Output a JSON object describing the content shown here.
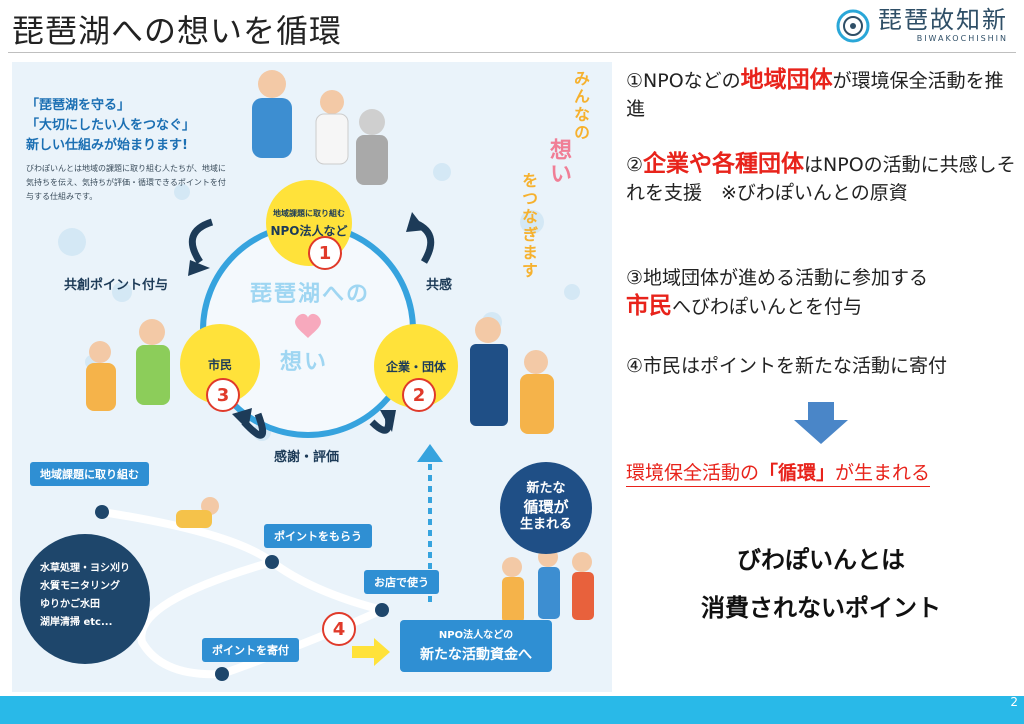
{
  "header": {
    "title": "琵琶湖への想いを循環",
    "logo_name": "琵琶故知新",
    "logo_sub": "BIWAKOCHISHIN"
  },
  "panel": {
    "intro_lines": [
      "「琵琶湖を守る」",
      "「大切にしたい人をつなぐ」",
      "新しい仕組みが始まります!"
    ],
    "intro_small": "びわぽいんとは地域の課題に取り組む人たちが、地域に気持ちを伝え、気持ちが評価・循環できるポイントを付与する仕組みです。",
    "vertical_left": "みんなの",
    "vertical_big": "想い",
    "vertical_right": "をつなぎます",
    "bubble1_small": "地域課題に取り組む",
    "bubble1_main": "NPO法人など",
    "bubble2": "企業・団体",
    "bubble3": "市民",
    "num1": "1",
    "num2": "2",
    "num3": "3",
    "num4": "4",
    "center_top": "琵琶湖への",
    "center_bottom": "想い",
    "label_kyoso": "共創ポイント付与",
    "label_kyokan": "共感",
    "label_kansha": "感謝・評価",
    "tag_chiiki": "地域課題に取り組む",
    "tag_morau": "ポイントをもらう",
    "tag_mise": "お店で使う",
    "tag_kifu": "ポイントを寄付",
    "dark_items": [
      "水草処理・ヨシ刈り",
      "水質モニタリング",
      "ゆりかご水田",
      "湖岸清掃 etc..."
    ],
    "navy_lines": [
      "新たな",
      "循環が",
      "生まれる"
    ],
    "fund_small": "NPO法人などの",
    "fund_big": "新たな活動資金へ"
  },
  "right": {
    "item1_pre": "①NPOなどの",
    "item1_red": "地域団体",
    "item1_post": "が環境保全活動を推進",
    "item2_pre": "②",
    "item2_red": "企業や各種団体",
    "item2_post": "はNPOの活動に共感しそれを支援　※びわぽいんとの原資",
    "item3_line1": "③地域団体が進める活動に参加する",
    "item3_red": "市民",
    "item3_post": "へびわぽいんとを付与",
    "item4": "④市民はポイントを新たな活動に寄付",
    "result_pre": "環境保全活動の",
    "result_bold": "「循環」",
    "result_post": "が生まれる",
    "concl1": "びわぽいんとは",
    "concl2": "消費されないポイント"
  },
  "page_number": "2",
  "colors": {
    "accent_red": "#e8231b",
    "blue": "#2f8fd3",
    "yellow": "#ffe23a",
    "bar": "#29b9e8"
  }
}
